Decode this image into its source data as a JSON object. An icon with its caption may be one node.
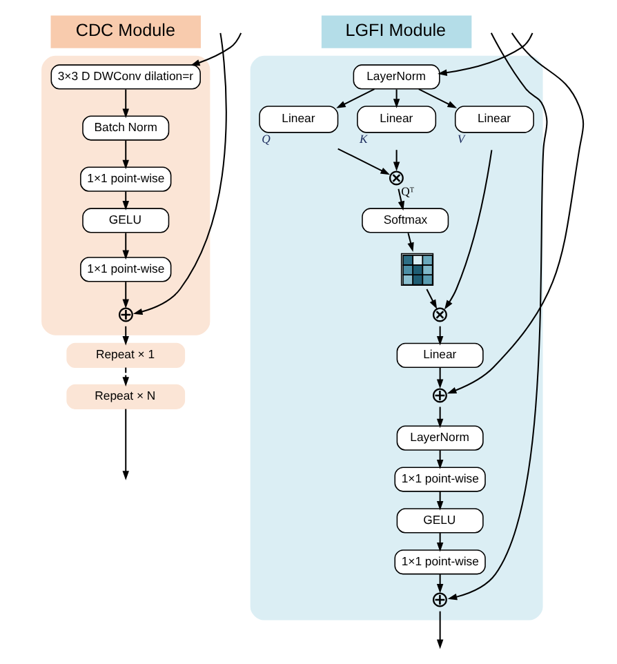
{
  "diagram": {
    "nodes": [
      {
        "text": [
          "CDC Module"
        ]
      },
      {
        "text": [],
        "shape": "box"
      },
      {
        "text": [
          "3×3 D DWConv dilation=r"
        ],
        "in": 1
      },
      {
        "text": [
          "Batch Norm"
        ],
        "in": 1
      },
      {
        "text": [
          "1×1 point-wise"
        ],
        "in": 1
      },
      {
        "text": [
          "GELU"
        ],
        "in": 1
      },
      {
        "text": [
          "1×1 point-wise"
        ],
        "in": 1
      },
      {
        "text": [
          "⊕"
        ],
        "in": 1
      },
      {
        "text": [
          "Repeat × 1"
        ]
      },
      {
        "text": [
          "Repeat × N"
        ]
      },
      {
        "text": [
          "LGFI Module"
        ]
      },
      {
        "text": [],
        "shape": "box"
      },
      {
        "text": [
          "LayerNorm"
        ],
        "in": 11
      },
      {
        "text": [
          "Linear"
        ],
        "beside": [
          "Q"
        ],
        "in": 11
      },
      {
        "text": [
          "Linear"
        ],
        "beside": [
          "K"
        ],
        "in": 11
      },
      {
        "text": [
          "Linear"
        ],
        "beside": [
          "V"
        ],
        "in": 11
      },
      {
        "text": [
          "⊗"
        ],
        "in": 11
      },
      {
        "text": [
          "Softmax"
        ],
        "in": 11
      },
      {
        "text": [],
        "shape": "grid",
        "in": 11
      },
      {
        "text": [
          "⊗"
        ],
        "in": 11
      },
      {
        "text": [
          "Linear"
        ],
        "in": 11
      },
      {
        "text": [
          "⊕"
        ],
        "in": 11
      },
      {
        "text": [
          "LayerNorm"
        ],
        "in": 11
      },
      {
        "text": [
          "1×1 point-wise"
        ],
        "in": 11
      },
      {
        "text": [
          "GELU"
        ],
        "in": 11
      },
      {
        "text": [
          "1×1 point-wise"
        ],
        "in": 11
      },
      {
        "text": [
          "⊕"
        ],
        "in": 11
      }
    ],
    "edges": [
      {
        "from": null,
        "to": 2,
        "arrow": "to"
      },
      {
        "from": null,
        "to": 7,
        "arrow": "to"
      },
      {
        "from": 2,
        "to": 3,
        "arrow": "to"
      },
      {
        "from": 3,
        "to": 4,
        "arrow": "to"
      },
      {
        "from": 4,
        "to": 5,
        "arrow": "to"
      },
      {
        "from": 5,
        "to": 6,
        "arrow": "to"
      },
      {
        "from": 6,
        "to": 7,
        "arrow": "to"
      },
      {
        "from": 7,
        "to": 8,
        "arrow": "to"
      },
      {
        "from": 8,
        "to": 9,
        "arrow": "to",
        "style": "dashed"
      },
      {
        "from": 9,
        "to": null,
        "arrow": "to"
      },
      {
        "from": null,
        "to": 12,
        "arrow": "to"
      },
      {
        "from": 12,
        "to": 13,
        "arrow": "to"
      },
      {
        "from": 12,
        "to": 14,
        "arrow": "to"
      },
      {
        "from": 12,
        "to": 15,
        "arrow": "to"
      },
      {
        "from": 13,
        "to": 16,
        "arrow": "to"
      },
      {
        "from": 14,
        "to": 16,
        "arrow": "to"
      },
      {
        "from": 16,
        "to": 17,
        "arrow": "to",
        "label": "Qᵀ"
      },
      {
        "from": 17,
        "to": 18,
        "arrow": "to"
      },
      {
        "from": 18,
        "to": 19,
        "arrow": "to"
      },
      {
        "from": 15,
        "to": 19,
        "arrow": "to"
      },
      {
        "from": 19,
        "to": 20,
        "arrow": "to"
      },
      {
        "from": 20,
        "to": 21,
        "arrow": "to"
      },
      {
        "from": null,
        "to": 21,
        "arrow": "to"
      },
      {
        "from": 21,
        "to": 22,
        "arrow": "to"
      },
      {
        "from": 22,
        "to": 23,
        "arrow": "to"
      },
      {
        "from": 23,
        "to": 24,
        "arrow": "to"
      },
      {
        "from": 24,
        "to": 25,
        "arrow": "to"
      },
      {
        "from": 25,
        "to": 26,
        "arrow": "to"
      },
      {
        "from": null,
        "to": 26,
        "arrow": "to"
      },
      {
        "from": 26,
        "to": null,
        "arrow": "to"
      }
    ]
  }
}
